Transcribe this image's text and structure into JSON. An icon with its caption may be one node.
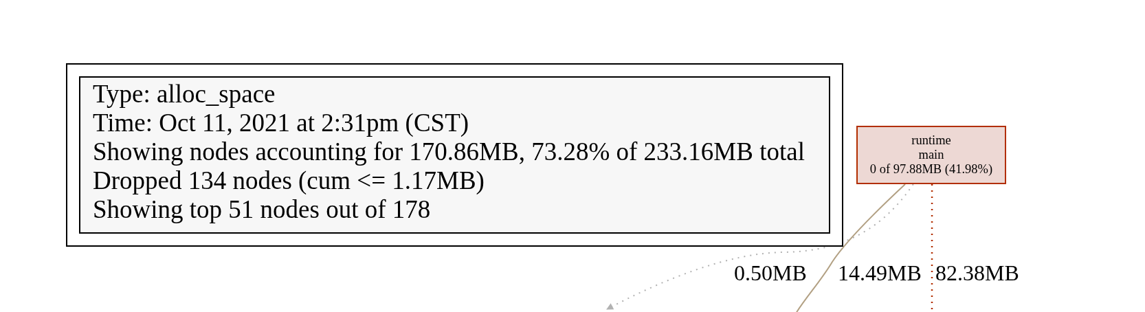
{
  "diagram": {
    "nodes": [
      {
        "text": [
          "Type: alloc_space",
          "Time: Oct 11, 2021 at 2:31pm (CST)",
          "Showing nodes accounting for 170.86MB, 73.28% of 233.16MB total",
          "Dropped 134 nodes (cum <= 1.17MB)",
          "Showing top 51 nodes out of 178"
        ]
      },
      {
        "text": [
          "runtime",
          "main",
          "0 of 97.88MB (41.98%)"
        ]
      }
    ],
    "edges": [
      {
        "from": 1,
        "to": null,
        "arrow": "to",
        "label": "0.50MB",
        "style": "dashed",
        "color": "#b2b2b2"
      },
      {
        "from": 1,
        "to": null,
        "arrow": "none",
        "label": "14.49MB",
        "color": "#b2a083"
      },
      {
        "from": 1,
        "to": null,
        "arrow": "none",
        "label": "82.38MB",
        "style": "dashed",
        "color": "#b22e00"
      }
    ]
  }
}
